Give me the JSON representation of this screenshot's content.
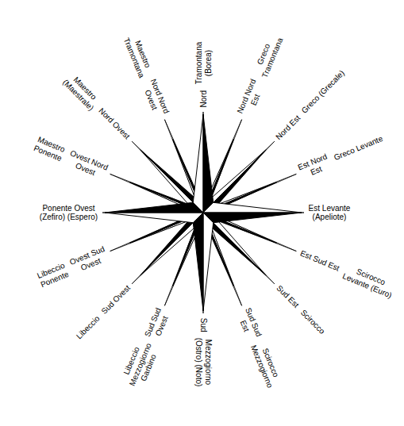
{
  "diagram": {
    "labels": [
      "Tramontana (Borea)",
      "Nord",
      "Greco Tramontana",
      "Nord Nord Est",
      "Greco (Grecale)",
      "Nord Est",
      "Greco Levante",
      "Est Nord Est",
      "Est Levante (Apeliote)",
      "Est Sud Est",
      "Scirocco Levante (Euro)",
      "Sud Est",
      "Scirocco",
      "Sud Sud Est",
      "Scirocco Mezzogiorno",
      "Sud",
      "Mezzogiorno (Ostro) (Noto)",
      "Sud Sud Ovest",
      "Libeccio Mezzogiorno Garbino",
      "Sud Ovest",
      "Libeccio",
      "Ovest Sud Ovest",
      "Libeccio Ponente",
      "Ponente Ovest (Zefiro) (Espero)",
      "Ovest Nord Ovest",
      "Maestro Ponente",
      "Nord Ovest",
      "Maestro (Maestrale)",
      "Nord Nord Ovest",
      "Maestro Tramontana"
    ]
  }
}
